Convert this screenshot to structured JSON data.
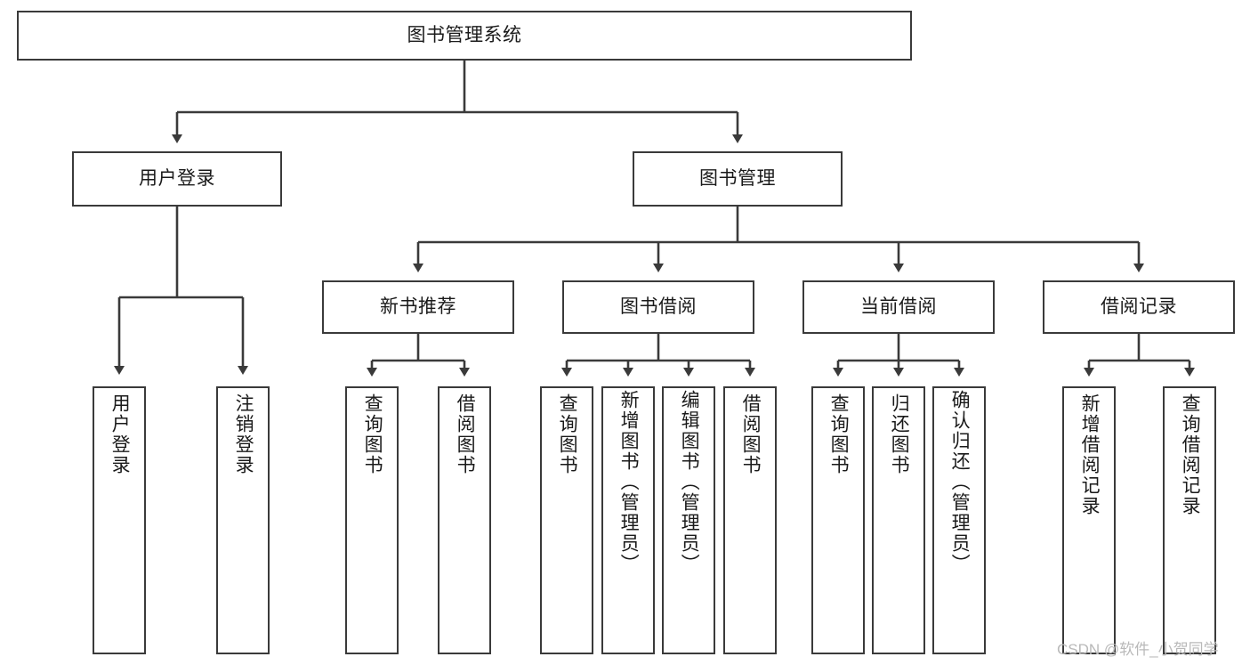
{
  "diagram": {
    "type": "tree",
    "title": "图书管理系统",
    "orientation": "top-down",
    "colors": {
      "background": "#ffffff",
      "node_border": "#3a3a3a",
      "node_fill": "#ffffff",
      "text": "#1a1a1a",
      "connector": "#3a3a3a",
      "watermark": "#b9b9b9"
    },
    "root": {
      "label": "图书管理系统",
      "level": 1
    },
    "level2": [
      {
        "label": "用户登录"
      },
      {
        "label": "图书管理"
      }
    ],
    "level3": [
      {
        "label": "新书推荐"
      },
      {
        "label": "图书借阅"
      },
      {
        "label": "当前借阅"
      },
      {
        "label": "借阅记录"
      }
    ],
    "leaves_user_login": [
      {
        "label": "用户登录"
      },
      {
        "label": "注销登录"
      }
    ],
    "leaves_new_book": [
      {
        "label": "查询图书"
      },
      {
        "label": "借阅图书"
      }
    ],
    "leaves_borrow": [
      {
        "label": "查询图书"
      },
      {
        "label": "新增图书（管理员）"
      },
      {
        "label": "编辑图书（管理员）"
      },
      {
        "label": "借阅图书"
      }
    ],
    "leaves_current": [
      {
        "label": "查询图书"
      },
      {
        "label": "归还图书"
      },
      {
        "label": "确认归还（管理员）"
      }
    ],
    "leaves_record": [
      {
        "label": "新增借阅记录"
      },
      {
        "label": "查询借阅记录"
      }
    ]
  },
  "watermark": {
    "text": "CSDN @软件_小贺同学"
  }
}
